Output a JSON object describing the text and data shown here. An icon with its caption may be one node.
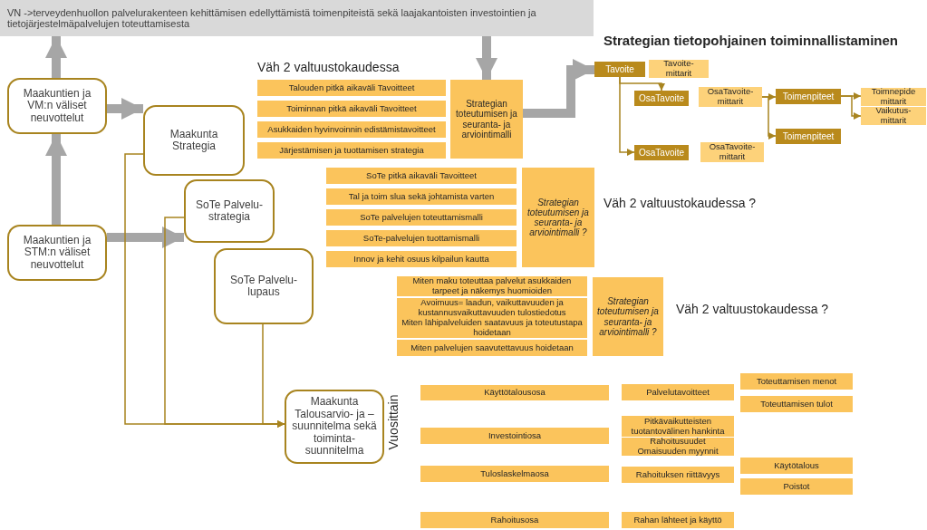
{
  "diagram": {
    "title": "Strategian tietopohjainen toiminnallistaminen",
    "nodes": [
      {
        "text": [
          "VN ->terveydenhuollon palvelurakenteen kehittämisen edellyttämistä toimenpiteistä sekä laajakantoisten investointien ja tietojärjestelmäpalvelujen toteuttamisesta"
        ]
      },
      {
        "text": [
          "Maakuntien ja VM:n väliset neuvottelut"
        ]
      },
      {
        "text": [
          "Maakuntien ja STM:n väliset neuvottelut"
        ]
      },
      {
        "text": [
          "Maakunta Strategia"
        ]
      },
      {
        "text": [
          "SoTe Palvelu-strategia"
        ]
      },
      {
        "text": [
          "SoTe Palvelu-lupaus"
        ]
      },
      {
        "text": [
          "Maakunta Talousarvio- ja –suunnitelma sekä toiminta-suunnitelma"
        ]
      },
      {
        "text": [
          "Talouden pitkä aikaväli Tavoitteet"
        ]
      },
      {
        "text": [
          "Toiminnan pitkä aikaväli Tavoitteet"
        ]
      },
      {
        "text": [
          "Asukkaiden hyvinvoinnin edistämistavoitteet"
        ]
      },
      {
        "text": [
          "Järjestämisen ja tuottamisen strategia"
        ]
      },
      {
        "text": [
          "Strategian toteutumisen ja seuranta- ja arviointimalli"
        ]
      },
      {
        "text": [
          "SoTe pitkä aikaväli Tavoitteet"
        ]
      },
      {
        "text": [
          "Tal ja toim slua sekä johtamista varten"
        ]
      },
      {
        "text": [
          "SoTe palvelujen toteuttamismalli"
        ]
      },
      {
        "text": [
          "SoTe-palvelujen tuottamismalli"
        ]
      },
      {
        "text": [
          "Innov ja kehit osuus kilpailun kautta"
        ]
      },
      {
        "text": [
          "Strategian toteutumisen ja seuranta- ja arviointimalli ?"
        ]
      },
      {
        "text": [
          "Miten maku toteuttaa palvelut asukkaiden tarpeet ja näkemys huomioiden"
        ]
      },
      {
        "text": [
          "Avoimuus= laadun, vaikuttavuuden ja kustannusvaikuttavuuden tulostiedotus"
        ]
      },
      {
        "text": [
          "Miten lähipalveluiden saatavuus ja toteutustapa hoidetaan"
        ]
      },
      {
        "text": [
          "Miten palvelujen saavutettavuus hoidetaan"
        ]
      },
      {
        "text": [
          "Strategian toteutumisen ja seuranta- ja arviointimalli ?"
        ]
      },
      {
        "text": [
          "Tavoite"
        ]
      },
      {
        "text": [
          "Tavoite-mittarit"
        ]
      },
      {
        "text": [
          "OsaTavoite"
        ]
      },
      {
        "text": [
          "OsaTavoite-mittarit"
        ]
      },
      {
        "text": [
          "Toimenpiteet"
        ]
      },
      {
        "text": [
          "Toimnepide mittarit"
        ]
      },
      {
        "text": [
          "Vaikutus-mittarit"
        ]
      },
      {
        "text": [
          "Toimenpiteet"
        ]
      },
      {
        "text": [
          "OsaTavoite"
        ]
      },
      {
        "text": [
          "OsaTavoite-mittarit"
        ]
      },
      {
        "text": [
          "Käyttötalousosa"
        ]
      },
      {
        "text": [
          "Investointiosa"
        ]
      },
      {
        "text": [
          "Tuloslaskelmaosa"
        ]
      },
      {
        "text": [
          "Rahoitusosa"
        ]
      },
      {
        "text": [
          "Palvelutavoitteet"
        ]
      },
      {
        "text": [
          "Pitkävaikutteisten tuotantovälinen hankinta"
        ]
      },
      {
        "text": [
          "Rahoitusuudet Omaisuuden myynnit"
        ]
      },
      {
        "text": [
          "Rahoituksen riittävyys"
        ]
      },
      {
        "text": [
          "Rahan lähteet ja käyttö"
        ]
      },
      {
        "text": [
          "Toteuttamisen menot"
        ]
      },
      {
        "text": [
          "Toteuttamisen tulot"
        ]
      },
      {
        "text": [
          "Käytötalous"
        ]
      },
      {
        "text": [
          "Poistot"
        ]
      }
    ],
    "edges": [
      {
        "from": 1,
        "to": 0,
        "arrow": "to",
        "style": "thick",
        "color": "#a6a6a6"
      },
      {
        "from": 2,
        "to": 1,
        "arrow": "to",
        "style": "thick",
        "color": "#a6a6a6"
      },
      {
        "from": 1,
        "to": 3,
        "arrow": "to",
        "style": "thick",
        "color": "#a6a6a6"
      },
      {
        "from": 2,
        "to": 4,
        "arrow": "to",
        "style": "thick",
        "color": "#a6a6a6"
      },
      {
        "from": 0,
        "to": 11,
        "arrow": "to",
        "style": "thick",
        "color": "#a6a6a6"
      },
      {
        "from": 11,
        "to": 23,
        "arrow": "to",
        "style": "thick",
        "color": "#a6a6a6"
      },
      {
        "from": 3,
        "to": 6,
        "arrow": "to"
      },
      {
        "from": 4,
        "to": 6,
        "arrow": "to"
      },
      {
        "from": 5,
        "to": 6,
        "arrow": "to"
      },
      {
        "from": 23,
        "to": 25,
        "arrow": "to"
      },
      {
        "from": 23,
        "to": 31,
        "arrow": "to"
      },
      {
        "from": 26,
        "to": 27,
        "arrow": "to"
      },
      {
        "from": 26,
        "to": 30,
        "arrow": "to"
      },
      {
        "from": 27,
        "to": 28,
        "arrow": "to"
      },
      {
        "from": 27,
        "to": 29,
        "arrow": "to"
      }
    ],
    "labels": [
      "Väh 2 valtuustokaudessa",
      "Väh 2 valtuustokaudessa ?",
      "Väh 2 valtuustokaudessa ?",
      "Vuosittain"
    ]
  }
}
